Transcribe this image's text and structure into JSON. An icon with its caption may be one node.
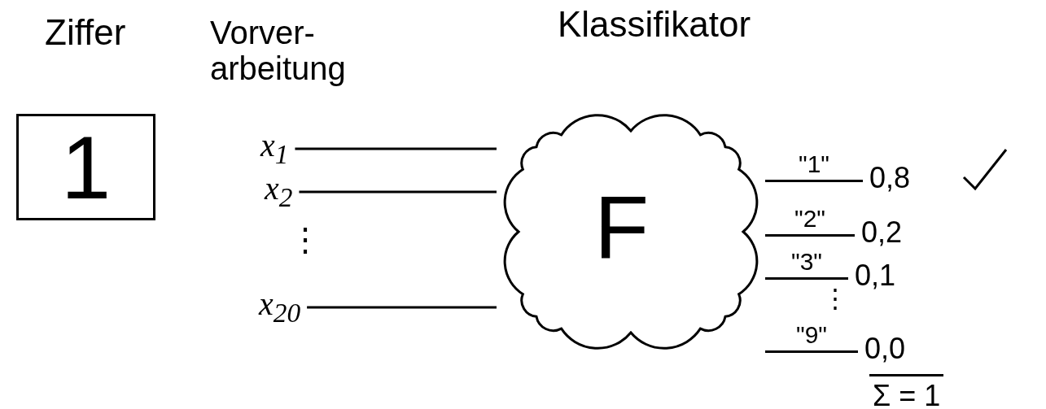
{
  "diagram": {
    "nodes": [
      {
        "text": [
          "Ziffer",
          "1"
        ]
      },
      {
        "text": [
          "x$_{1}$"
        ]
      },
      {
        "text": [
          "x$_{2}$"
        ]
      },
      {
        "text": [
          "x$_{20}$"
        ]
      },
      {
        "text": [
          "Klassifikator",
          "F"
        ]
      },
      {
        "text": [
          "0,8"
        ]
      },
      {
        "text": [
          "0,2"
        ]
      },
      {
        "text": [
          "0,1"
        ]
      },
      {
        "text": [
          "0,0"
        ]
      }
    ],
    "edges": [
      {
        "from": 1,
        "to": 4,
        "arrow": "none"
      },
      {
        "from": 2,
        "to": 4,
        "arrow": "none"
      },
      {
        "from": 3,
        "to": 4,
        "arrow": "none"
      },
      {
        "from": 4,
        "to": 5,
        "arrow": "none",
        "label": "\"1\""
      },
      {
        "from": 4,
        "to": 6,
        "arrow": "none",
        "label": "\"2\""
      },
      {
        "from": 4,
        "to": 7,
        "arrow": "none",
        "label": "\"3\""
      },
      {
        "from": 4,
        "to": 8,
        "arrow": "none",
        "label": "\"9\""
      }
    ],
    "labels": [
      "Vorver- arbeitung",
      "⋮",
      "⋮",
      "Σ = 1"
    ]
  }
}
